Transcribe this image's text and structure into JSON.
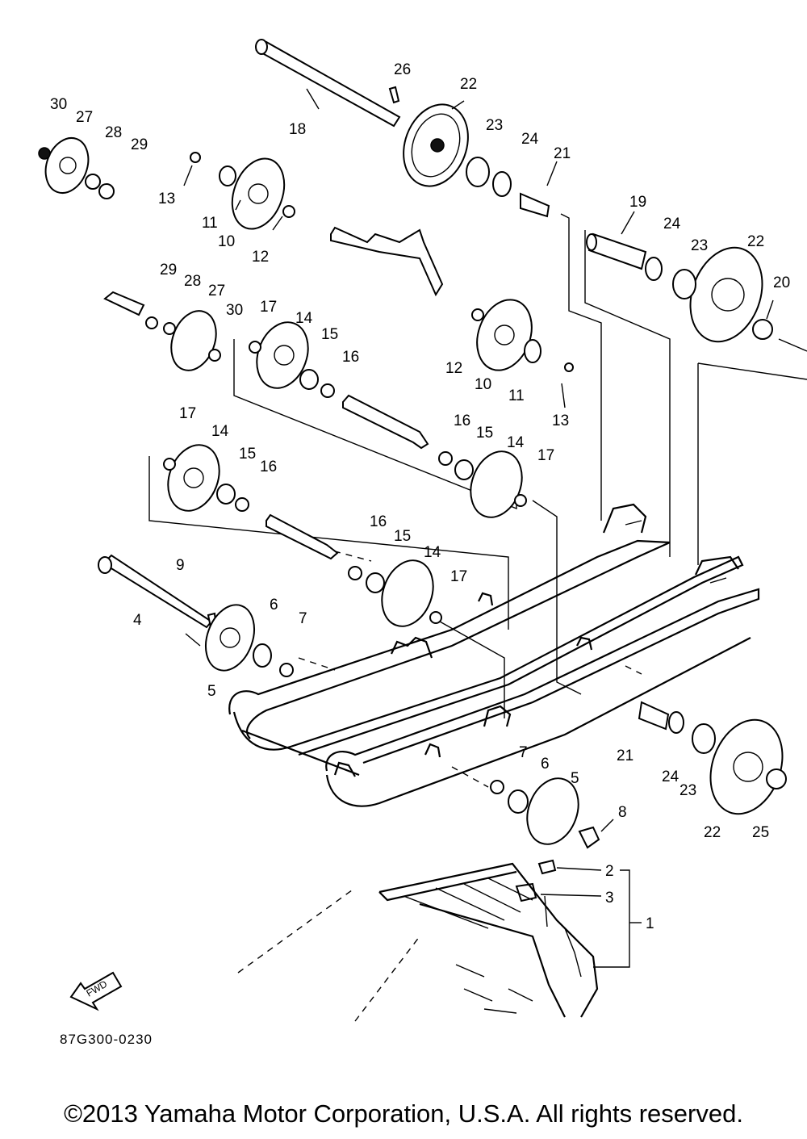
{
  "diagram": {
    "callouts": [
      {
        "id": "c30a",
        "text": "30"
      },
      {
        "id": "c27a",
        "text": "27"
      },
      {
        "id": "c28a",
        "text": "28"
      },
      {
        "id": "c29a",
        "text": "29"
      },
      {
        "id": "c13a",
        "text": "13"
      },
      {
        "id": "c11a",
        "text": "11"
      },
      {
        "id": "c10a",
        "text": "10"
      },
      {
        "id": "c12a",
        "text": "12"
      },
      {
        "id": "c18",
        "text": "18"
      },
      {
        "id": "c26",
        "text": "26"
      },
      {
        "id": "c22a",
        "text": "22"
      },
      {
        "id": "c23a",
        "text": "23"
      },
      {
        "id": "c24a",
        "text": "24"
      },
      {
        "id": "c21a",
        "text": "21"
      },
      {
        "id": "c19",
        "text": "19"
      },
      {
        "id": "c24b",
        "text": "24"
      },
      {
        "id": "c23b",
        "text": "23"
      },
      {
        "id": "c22b",
        "text": "22"
      },
      {
        "id": "c20",
        "text": "20"
      },
      {
        "id": "c29b",
        "text": "29"
      },
      {
        "id": "c28b",
        "text": "28"
      },
      {
        "id": "c27b",
        "text": "27"
      },
      {
        "id": "c30b",
        "text": "30"
      },
      {
        "id": "c17a",
        "text": "17"
      },
      {
        "id": "c14a",
        "text": "14"
      },
      {
        "id": "c15a",
        "text": "15"
      },
      {
        "id": "c16a",
        "text": "16"
      },
      {
        "id": "c12b",
        "text": "12"
      },
      {
        "id": "c10b",
        "text": "10"
      },
      {
        "id": "c11b",
        "text": "11"
      },
      {
        "id": "c13b",
        "text": "13"
      },
      {
        "id": "c17b",
        "text": "17"
      },
      {
        "id": "c14b",
        "text": "14"
      },
      {
        "id": "c15b",
        "text": "15"
      },
      {
        "id": "c16b",
        "text": "16"
      },
      {
        "id": "c16c",
        "text": "16"
      },
      {
        "id": "c15c",
        "text": "15"
      },
      {
        "id": "c14c",
        "text": "14"
      },
      {
        "id": "c17c",
        "text": "17"
      },
      {
        "id": "c16d",
        "text": "16"
      },
      {
        "id": "c15d",
        "text": "15"
      },
      {
        "id": "c14d",
        "text": "14"
      },
      {
        "id": "c17d",
        "text": "17"
      },
      {
        "id": "c9",
        "text": "9"
      },
      {
        "id": "c4",
        "text": "4"
      },
      {
        "id": "c6a",
        "text": "6"
      },
      {
        "id": "c7a",
        "text": "7"
      },
      {
        "id": "c5a",
        "text": "5"
      },
      {
        "id": "c21b",
        "text": "21"
      },
      {
        "id": "c24c",
        "text": "24"
      },
      {
        "id": "c23c",
        "text": "23"
      },
      {
        "id": "c22c",
        "text": "22"
      },
      {
        "id": "c25",
        "text": "25"
      },
      {
        "id": "c7b",
        "text": "7"
      },
      {
        "id": "c6b",
        "text": "6"
      },
      {
        "id": "c5b",
        "text": "5"
      },
      {
        "id": "c8",
        "text": "8"
      },
      {
        "id": "c2",
        "text": "2"
      },
      {
        "id": "c3",
        "text": "3"
      },
      {
        "id": "c1",
        "text": "1"
      }
    ],
    "fwd_label": "FWD",
    "drawing_code": "87G300-0230"
  },
  "footer": {
    "copyright": "©2013 Yamaha Motor Corporation, U.S.A. All rights reserved."
  }
}
